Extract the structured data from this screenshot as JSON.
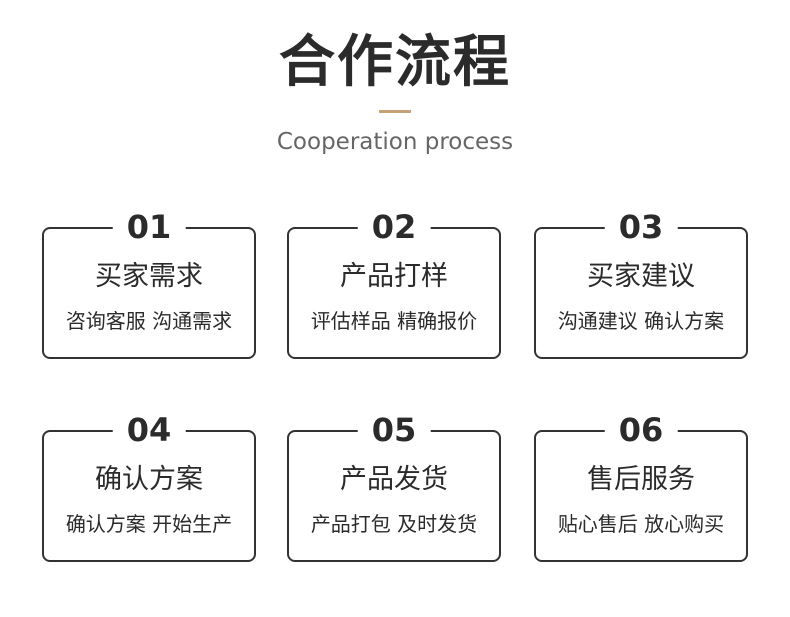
{
  "header": {
    "title": "合作流程",
    "subtitle": "Cooperation process",
    "accent_color": "#c5a277"
  },
  "steps": [
    {
      "number": "01",
      "title": "买家需求",
      "description": "咨询客服 沟通需求"
    },
    {
      "number": "02",
      "title": "产品打样",
      "description": "评估样品 精确报价"
    },
    {
      "number": "03",
      "title": "买家建议",
      "description": "沟通建议 确认方案"
    },
    {
      "number": "04",
      "title": "确认方案",
      "description": "确认方案 开始生产"
    },
    {
      "number": "05",
      "title": "产品发货",
      "description": "产品打包 及时发货"
    },
    {
      "number": "06",
      "title": "售后服务",
      "description": "贴心售后 放心购买"
    }
  ]
}
